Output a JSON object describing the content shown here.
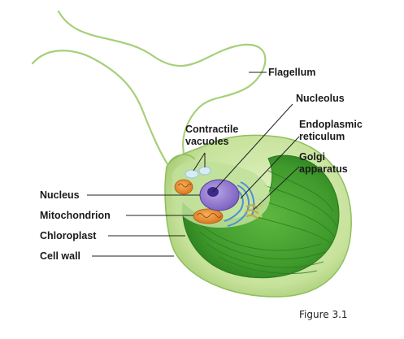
{
  "labels": {
    "flagellum": "Flagellum",
    "nucleolus": "Nucleolus",
    "contractile_line1": "Contractile",
    "contractile_line2": "vacuoles",
    "er_line1": "Endoplasmic",
    "er_line2": "reticulum",
    "golgi_line1": "Golgi",
    "golgi_line2": "apparatus",
    "nucleus": "Nucleus",
    "mitochondrion": "Mitochondrion",
    "chloroplast": "Chloroplast",
    "cell_wall": "Cell wall"
  },
  "caption": "Figure 3.1",
  "colors": {
    "cell_wall": "#cfe7a6",
    "cytoplasm": "#a9d47a",
    "chloroplast": "#3f9a2c",
    "chloroplast_dark": "#2b7a1e",
    "nucleus": "#8a6fc9",
    "nucleolus": "#3a2a8a",
    "er": "#4d8fd6",
    "mitochondrion": "#e9892a",
    "golgi": "#d9c24a",
    "vacuole": "#d8ecf5",
    "leader_line": "#222222"
  }
}
